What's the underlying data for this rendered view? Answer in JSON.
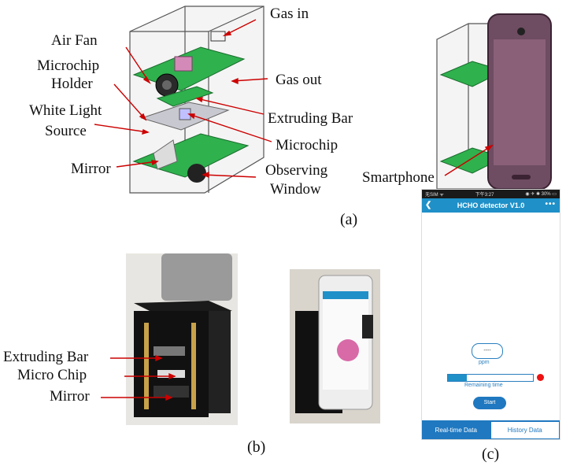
{
  "labels_a": {
    "gas_in": "Gas in",
    "air_fan": "Air Fan",
    "gas_out": "Gas out",
    "microchip_holder_1": "Microchip",
    "microchip_holder_2": "Holder",
    "extruding_bar": "Extruding Bar",
    "white_light_1": "White Light",
    "white_light_2": "Source",
    "microchip": "Microchip",
    "mirror": "Mirror",
    "observing_1": "Observing",
    "observing_2": "Window",
    "smartphone": "Smartphone"
  },
  "labels_b": {
    "extruding_bar": "Extruding Bar",
    "micro_chip": "Micro Chip",
    "mirror": "Mirror"
  },
  "captions": {
    "a": "(a)",
    "b": "(b)",
    "c": "(c)"
  },
  "app": {
    "status_left": "无SIM ᯤ",
    "status_time": "下午3:27",
    "status_right": "◉ ✈ ✱ 30% ▭",
    "title": "HCHO detector V1.0",
    "back_icon": "chevron-left-icon",
    "more_icon": "more-icon",
    "ppm_value": "----",
    "ppm_unit": "ppm",
    "remaining_label": "Remaining time",
    "remaining_fraction": 0.22,
    "start_label": "Start",
    "tab_realtime": "Real-time Data",
    "tab_history": "History Data",
    "accent": "#1f90c8",
    "record_color": "#e11111"
  }
}
